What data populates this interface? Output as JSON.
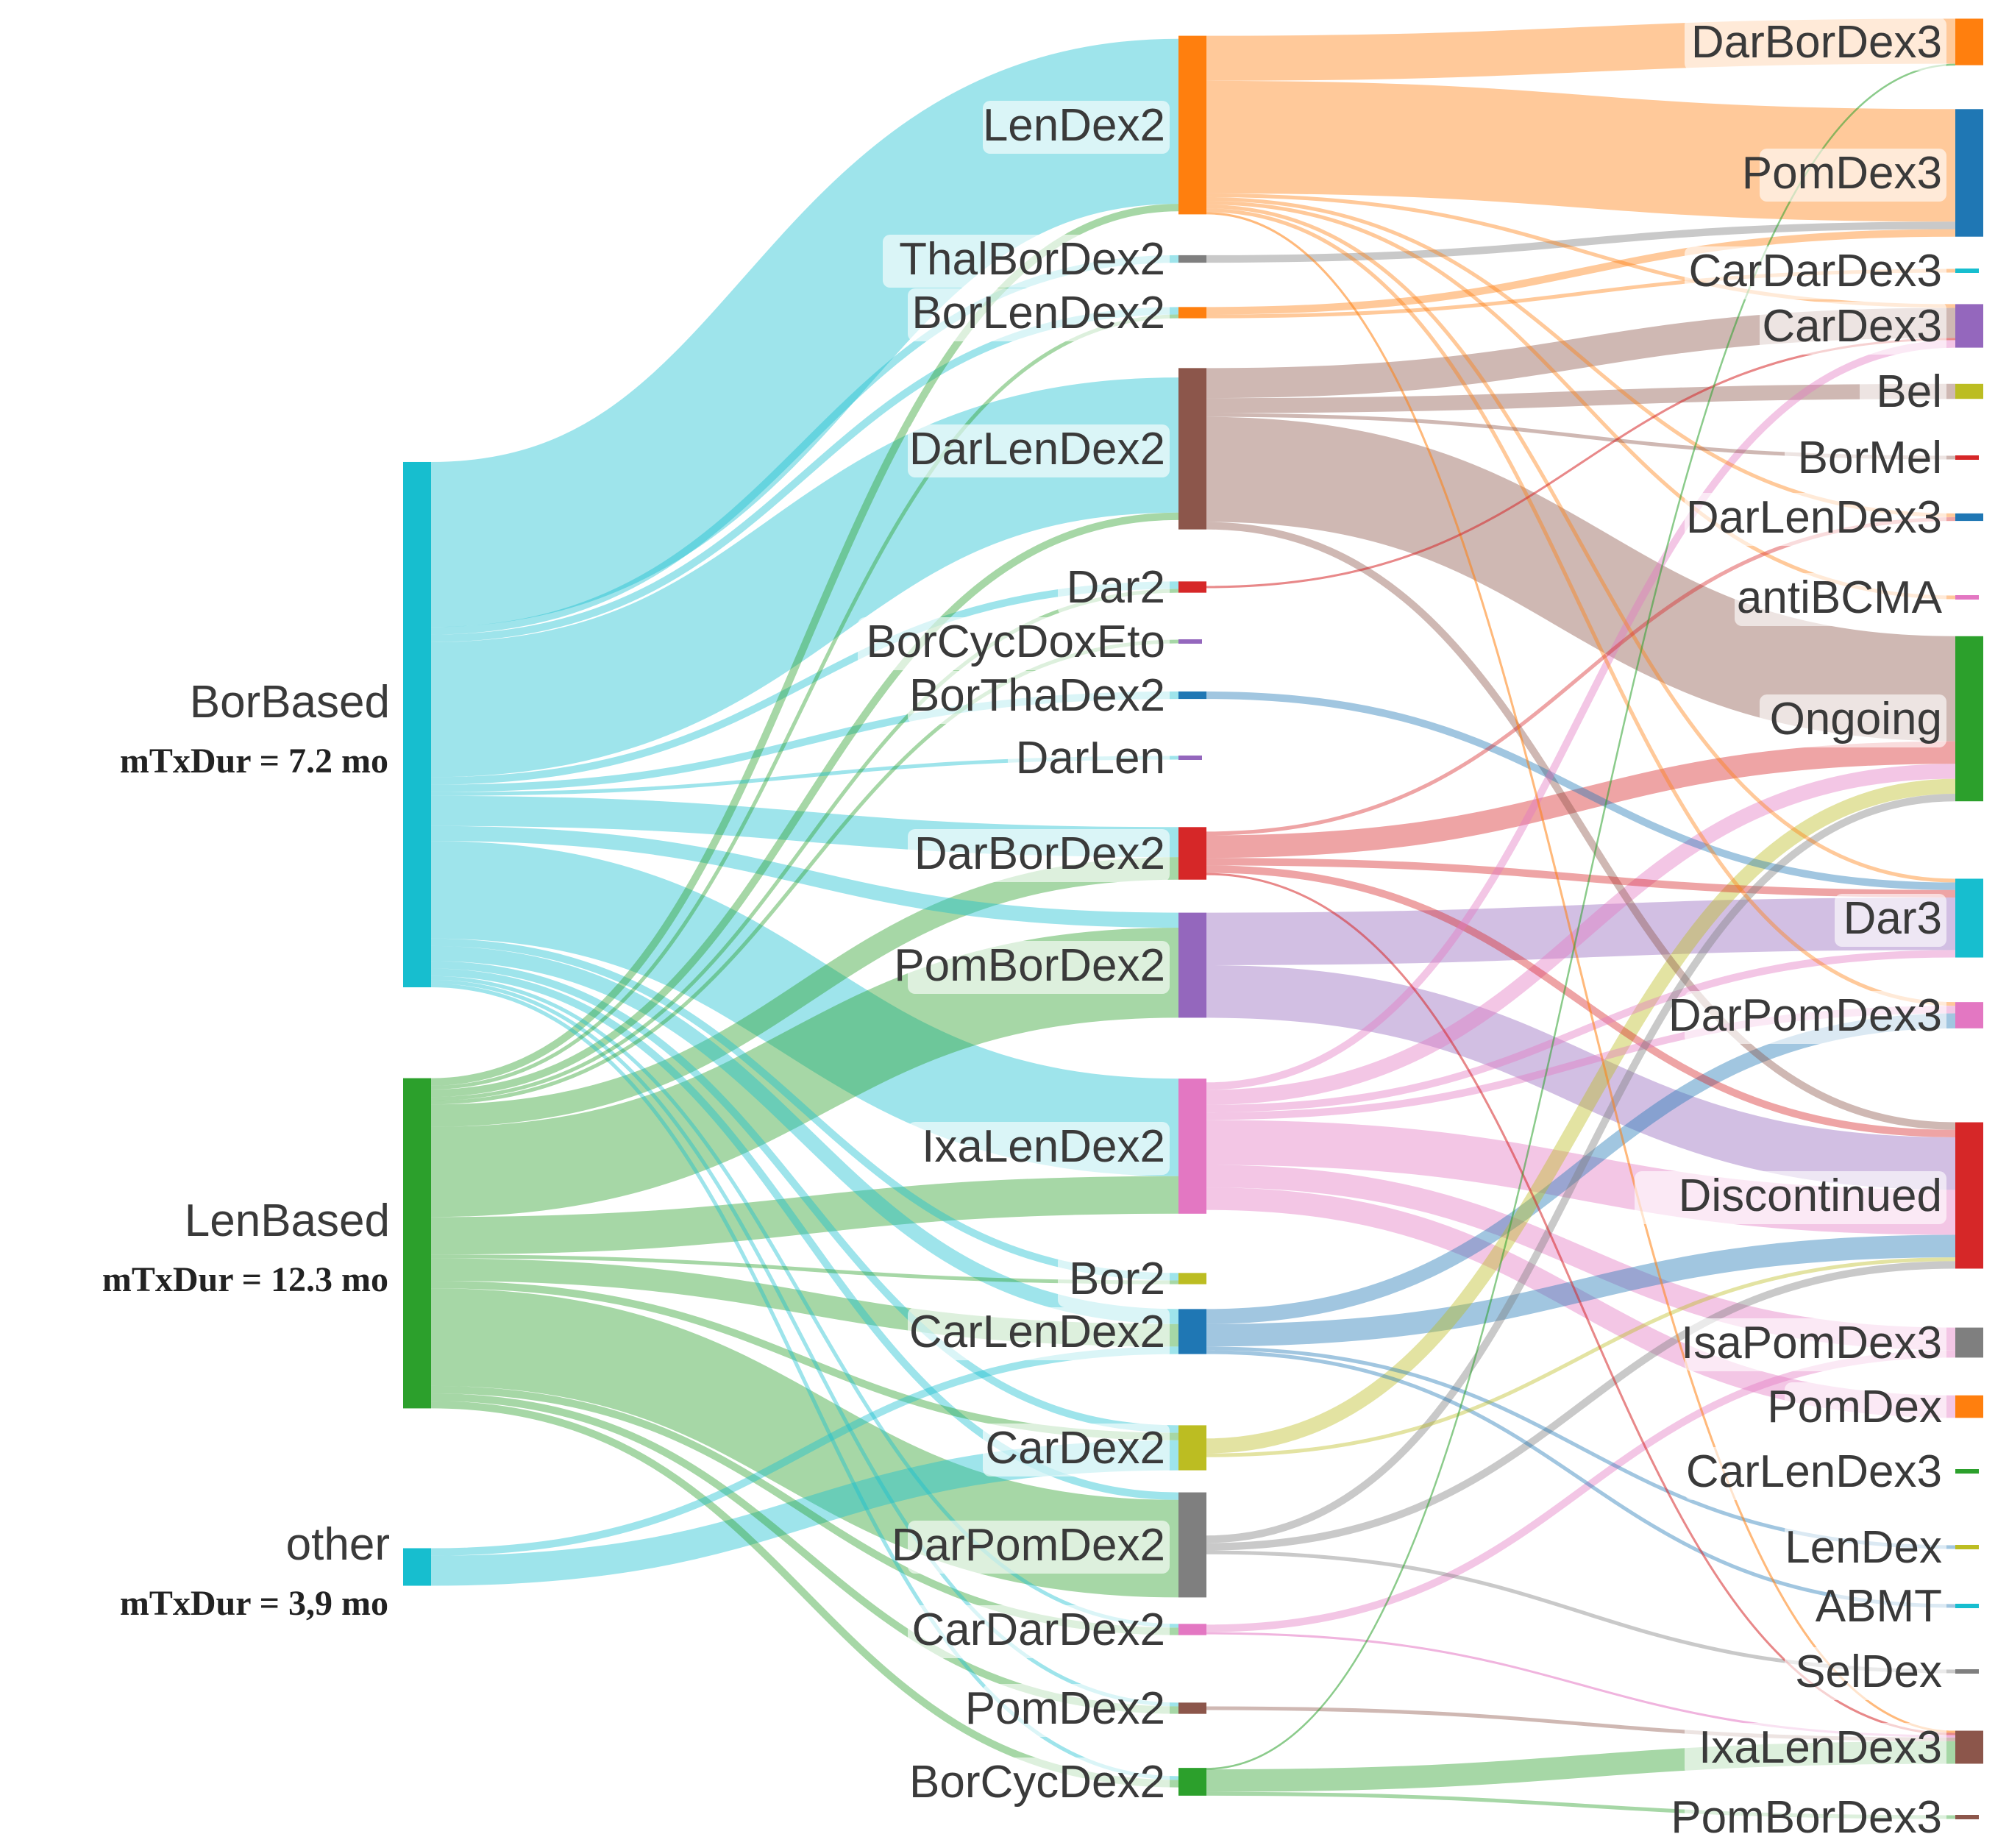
{
  "chart_data": {
    "type": "sankey",
    "title": "",
    "colors": {
      "cyan": "#17becf",
      "green": "#2ca02c",
      "orange": "#ff7f0e",
      "blue": "#1f77b4",
      "red": "#d62728",
      "purple": "#9467bd",
      "brown": "#8c564b",
      "pink": "#e377c2",
      "gray": "#7f7f7f",
      "olive": "#bcbd22"
    },
    "stages": [
      {
        "name": "",
        "nodes": [
          {
            "id": "BorBased",
            "label": "BorBased",
            "sublabel": "mTxDur = 7.2 mo",
            "color": "cyan"
          },
          {
            "id": "LenBased",
            "label": "LenBased",
            "sublabel": "mTxDur = 12.3 mo",
            "color": "green"
          },
          {
            "id": "other",
            "label": "other",
            "sublabel": "mTxDur = 3,9 mo",
            "color": "cyan"
          }
        ]
      },
      {
        "name": "",
        "nodes": [
          {
            "id": "LenDex2",
            "label": "LenDex2",
            "color": "orange"
          },
          {
            "id": "ThalBorDex2",
            "label": "ThalBorDex2",
            "color": "gray"
          },
          {
            "id": "BorLenDex2",
            "label": "BorLenDex2",
            "color": "orange"
          },
          {
            "id": "DarLenDex2",
            "label": "DarLenDex2",
            "color": "brown"
          },
          {
            "id": "Dar2",
            "label": "Dar2",
            "color": "red"
          },
          {
            "id": "BorCycDoxEto",
            "label": "BorCycDoxEto",
            "color": "purple"
          },
          {
            "id": "BorThaDex2",
            "label": "BorThaDex2",
            "color": "blue"
          },
          {
            "id": "DarLen",
            "label": "DarLen",
            "color": "purple"
          },
          {
            "id": "DarBorDex2",
            "label": "DarBorDex2",
            "color": "red"
          },
          {
            "id": "PomBorDex2",
            "label": "PomBorDex2",
            "color": "purple"
          },
          {
            "id": "IxaLenDex2",
            "label": "IxaLenDex2",
            "color": "pink"
          },
          {
            "id": "Bor2",
            "label": "Bor2",
            "color": "olive"
          },
          {
            "id": "CarLenDex2",
            "label": "CarLenDex2",
            "color": "blue"
          },
          {
            "id": "CarDex2",
            "label": "CarDex2",
            "color": "olive"
          },
          {
            "id": "DarPomDex2",
            "label": "DarPomDex2",
            "color": "gray"
          },
          {
            "id": "CarDarDex2",
            "label": "CarDarDex2",
            "color": "pink"
          },
          {
            "id": "PomDex2",
            "label": "PomDex2",
            "color": "brown"
          },
          {
            "id": "BorCycDex2",
            "label": "BorCycDex2",
            "color": "green"
          }
        ]
      },
      {
        "name": "",
        "nodes": [
          {
            "id": "DarBorDex3",
            "label": "DarBorDex3",
            "color": "orange"
          },
          {
            "id": "PomDex3",
            "label": "PomDex3",
            "color": "blue"
          },
          {
            "id": "CarDarDex3",
            "label": "CarDarDex3",
            "color": "cyan"
          },
          {
            "id": "CarDex3",
            "label": "CarDex3",
            "color": "purple"
          },
          {
            "id": "Bel",
            "label": "Bel",
            "color": "olive"
          },
          {
            "id": "BorMel",
            "label": "BorMel",
            "color": "red"
          },
          {
            "id": "DarLenDex3",
            "label": "DarLenDex3",
            "color": "blue"
          },
          {
            "id": "antiBCMA",
            "label": "antiBCMA",
            "color": "pink"
          },
          {
            "id": "Ongoing",
            "label": "Ongoing",
            "color": "green"
          },
          {
            "id": "Dar3",
            "label": "Dar3",
            "color": "cyan"
          },
          {
            "id": "DarPomDex3",
            "label": "DarPomDex3",
            "color": "pink"
          },
          {
            "id": "Discontinued",
            "label": "Discontinued",
            "color": "red"
          },
          {
            "id": "IsaPomDex3",
            "label": "IsaPomDex3",
            "color": "gray"
          },
          {
            "id": "PomDex",
            "label": "PomDex",
            "color": "orange"
          },
          {
            "id": "CarLenDex3",
            "label": "CarLenDex3",
            "color": "green"
          },
          {
            "id": "LenDex",
            "label": "LenDex",
            "color": "olive"
          },
          {
            "id": "ABMT",
            "label": "ABMT",
            "color": "cyan"
          },
          {
            "id": "SelDex",
            "label": "SelDex",
            "color": "gray"
          },
          {
            "id": "IxaLenDex3",
            "label": "IxaLenDex3",
            "color": "brown"
          },
          {
            "id": "PomBorDex3",
            "label": "PomBorDex3",
            "color": "brown"
          }
        ]
      }
    ],
    "links": [
      {
        "source": "BorBased",
        "target": "LenDex2",
        "value": 22
      },
      {
        "source": "BorBased",
        "target": "ThalBorDex2",
        "value": 1
      },
      {
        "source": "BorBased",
        "target": "BorLenDex2",
        "value": 1
      },
      {
        "source": "BorBased",
        "target": "DarLenDex2",
        "value": 18
      },
      {
        "source": "BorBased",
        "target": "Dar2",
        "value": 1
      },
      {
        "source": "BorBased",
        "target": "BorThaDex2",
        "value": 1
      },
      {
        "source": "BorBased",
        "target": "DarLen",
        "value": 0.5
      },
      {
        "source": "BorBased",
        "target": "DarBorDex2",
        "value": 4
      },
      {
        "source": "BorBased",
        "target": "PomBorDex2",
        "value": 2
      },
      {
        "source": "BorBased",
        "target": "IxaLenDex2",
        "value": 13
      },
      {
        "source": "BorBased",
        "target": "Bor2",
        "value": 1
      },
      {
        "source": "BorBased",
        "target": "CarLenDex2",
        "value": 2
      },
      {
        "source": "BorBased",
        "target": "CarDex2",
        "value": 1
      },
      {
        "source": "BorBased",
        "target": "DarPomDex2",
        "value": 1
      },
      {
        "source": "BorBased",
        "target": "CarDarDex2",
        "value": 0.5
      },
      {
        "source": "BorBased",
        "target": "PomDex2",
        "value": 0.5
      },
      {
        "source": "BorBased",
        "target": "BorCycDex2",
        "value": 0.5
      },
      {
        "source": "LenBased",
        "target": "LenDex2",
        "value": 1
      },
      {
        "source": "LenBased",
        "target": "BorLenDex2",
        "value": 0.5
      },
      {
        "source": "LenBased",
        "target": "DarLenDex2",
        "value": 1
      },
      {
        "source": "LenBased",
        "target": "Dar2",
        "value": 0.5
      },
      {
        "source": "LenBased",
        "target": "BorCycDoxEto",
        "value": 0.5
      },
      {
        "source": "LenBased",
        "target": "DarBorDex2",
        "value": 3
      },
      {
        "source": "LenBased",
        "target": "PomBorDex2",
        "value": 12
      },
      {
        "source": "LenBased",
        "target": "IxaLenDex2",
        "value": 5
      },
      {
        "source": "LenBased",
        "target": "Bor2",
        "value": 0.5
      },
      {
        "source": "LenBased",
        "target": "CarLenDex2",
        "value": 3
      },
      {
        "source": "LenBased",
        "target": "CarDex2",
        "value": 1
      },
      {
        "source": "LenBased",
        "target": "DarPomDex2",
        "value": 13
      },
      {
        "source": "LenBased",
        "target": "CarDarDex2",
        "value": 1
      },
      {
        "source": "LenBased",
        "target": "PomDex2",
        "value": 1
      },
      {
        "source": "LenBased",
        "target": "BorCycDex2",
        "value": 1
      },
      {
        "source": "other",
        "target": "CarLenDex2",
        "value": 1
      },
      {
        "source": "other",
        "target": "CarDex2",
        "value": 4
      },
      {
        "source": "LenDex2",
        "target": "DarBorDex3",
        "value": 6
      },
      {
        "source": "LenDex2",
        "target": "PomDex3",
        "value": 15
      },
      {
        "source": "LenDex2",
        "target": "CarDex3",
        "value": 0.5
      },
      {
        "source": "LenDex2",
        "target": "DarLenDex3",
        "value": 0.5
      },
      {
        "source": "LenDex2",
        "target": "antiBCMA",
        "value": 0.5
      },
      {
        "source": "LenDex2",
        "target": "Dar3",
        "value": 0.5
      },
      {
        "source": "LenDex2",
        "target": "DarPomDex3",
        "value": 0.5
      },
      {
        "source": "LenDex2",
        "target": "IxaLenDex3",
        "value": 0.3
      },
      {
        "source": "ThalBorDex2",
        "target": "PomDex3",
        "value": 1
      },
      {
        "source": "BorLenDex2",
        "target": "PomDex3",
        "value": 1
      },
      {
        "source": "BorLenDex2",
        "target": "CarDarDex3",
        "value": 0.5
      },
      {
        "source": "DarLenDex2",
        "target": "CarDex3",
        "value": 4
      },
      {
        "source": "DarLenDex2",
        "target": "Bel",
        "value": 2
      },
      {
        "source": "DarLenDex2",
        "target": "BorMel",
        "value": 0.5
      },
      {
        "source": "DarLenDex2",
        "target": "Ongoing",
        "value": 14
      },
      {
        "source": "DarLenDex2",
        "target": "Discontinued",
        "value": 1
      },
      {
        "source": "Dar2",
        "target": "CarDex3",
        "value": 0.3
      },
      {
        "source": "BorThaDex2",
        "target": "Dar3",
        "value": 1
      },
      {
        "source": "DarBorDex2",
        "target": "DarLenDex3",
        "value": 0.5
      },
      {
        "source": "DarBorDex2",
        "target": "Ongoing",
        "value": 3
      },
      {
        "source": "DarBorDex2",
        "target": "Dar3",
        "value": 1
      },
      {
        "source": "DarBorDex2",
        "target": "Discontinued",
        "value": 1
      },
      {
        "source": "DarBorDex2",
        "target": "IxaLenDex3",
        "value": 0.3
      },
      {
        "source": "PomBorDex2",
        "target": "Dar3",
        "value": 7
      },
      {
        "source": "PomBorDex2",
        "target": "Discontinued",
        "value": 7
      },
      {
        "source": "IxaLenDex2",
        "target": "CarDex3",
        "value": 1
      },
      {
        "source": "IxaLenDex2",
        "target": "Ongoing",
        "value": 2
      },
      {
        "source": "IxaLenDex2",
        "target": "Dar3",
        "value": 1
      },
      {
        "source": "IxaLenDex2",
        "target": "DarPomDex3",
        "value": 1
      },
      {
        "source": "IxaLenDex2",
        "target": "Discontinued",
        "value": 6
      },
      {
        "source": "IxaLenDex2",
        "target": "IsaPomDex3",
        "value": 3
      },
      {
        "source": "IxaLenDex2",
        "target": "PomDex",
        "value": 3
      },
      {
        "source": "CarLenDex2",
        "target": "DarPomDex3",
        "value": 2
      },
      {
        "source": "CarLenDex2",
        "target": "Discontinued",
        "value": 3
      },
      {
        "source": "CarLenDex2",
        "target": "LenDex",
        "value": 0.5
      },
      {
        "source": "CarLenDex2",
        "target": "ABMT",
        "value": 0.5
      },
      {
        "source": "CarDex2",
        "target": "Ongoing",
        "value": 2
      },
      {
        "source": "CarDex2",
        "target": "Discontinued",
        "value": 0.5
      },
      {
        "source": "DarPomDex2",
        "target": "Ongoing",
        "value": 1
      },
      {
        "source": "DarPomDex2",
        "target": "Discontinued",
        "value": 1
      },
      {
        "source": "DarPomDex2",
        "target": "SelDex",
        "value": 0.5
      },
      {
        "source": "CarDarDex2",
        "target": "IsaPomDex3",
        "value": 1
      },
      {
        "source": "CarDarDex2",
        "target": "IxaLenDex3",
        "value": 0.3
      },
      {
        "source": "PomDex2",
        "target": "IxaLenDex3",
        "value": 0.5
      },
      {
        "source": "BorCycDex2",
        "target": "DarBorDex3",
        "value": 0.2
      },
      {
        "source": "BorCycDex2",
        "target": "IxaLenDex3",
        "value": 3
      },
      {
        "source": "BorCycDex2",
        "target": "PomBorDex3",
        "value": 0.5
      }
    ]
  }
}
